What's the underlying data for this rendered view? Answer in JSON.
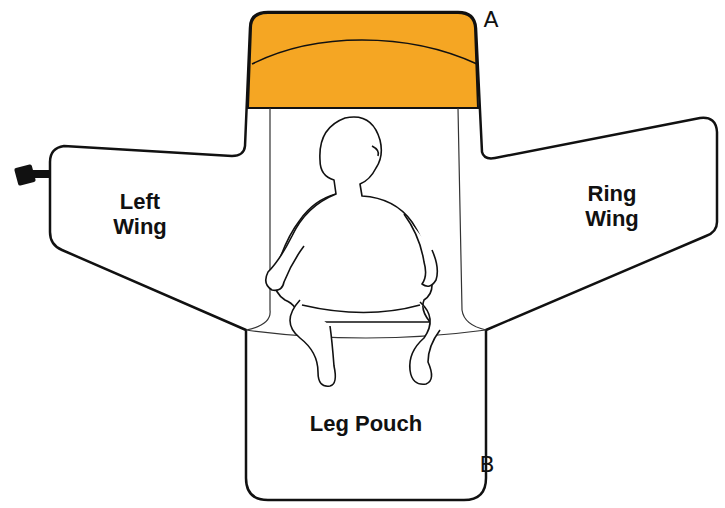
{
  "diagram": {
    "labels": [
      "A",
      "Left Wing",
      "Ring Wing",
      "Leg Pouch",
      "B"
    ]
  }
}
